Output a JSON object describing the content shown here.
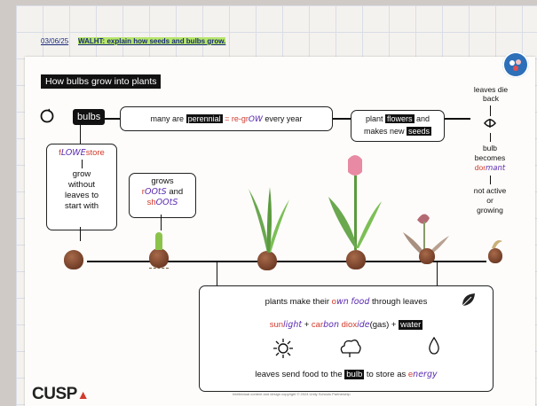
{
  "header": {
    "date": "03/06/25",
    "walt": "WALHT: explain how seeds and bulbs grow."
  },
  "title": "How bulbs grow into plants",
  "bulbs_label": "bulbs",
  "perennial": {
    "pre": "many are",
    "word": "perennial",
    "eq": "= re-gr",
    "hand": "OW",
    "post": "every year"
  },
  "flowers_box": {
    "pre": "plant",
    "flowers": "flowers",
    "and": "and",
    "line2": "makes new",
    "seeds": "seeds"
  },
  "leaves_die": "leaves die back",
  "dormant": {
    "line1": "bulb",
    "line2": "becomes",
    "line3": "dor",
    "hand": "mant",
    "tail1": "not active",
    "tail2": "or",
    "tail3": "growing"
  },
  "store_box": {
    "pre": "f",
    "hand": "LOWE",
    "post": "store",
    "l1": "grow",
    "l2": "without",
    "l3": "leaves to",
    "l4": "start with"
  },
  "roots_box": {
    "l1": "grows",
    "r1": "r",
    "h1": "OOtS",
    "and": "and",
    "r2": "sh",
    "h2": "OOtS"
  },
  "photo_box": {
    "l1a": "plants make their",
    "l1b": "o",
    "l1h": "wn",
    "l1c": "food",
    "l1d": "through leaves",
    "sun": "sun",
    "sunh": "light",
    "plus1": "+",
    "car": "car",
    "carh": "bon",
    "diox": "diox",
    "dioxh": "ide",
    "gas": "(gas) +",
    "water": "water",
    "l3a": "leaves send food to the",
    "bulb": "bulb",
    "l3b": "to store as",
    "en": "e",
    "enh": "nergy"
  },
  "footer": {
    "logo": "CUSP",
    "copyright": "Intellectual content and design copyright © 2024 Unity Schools Partnership"
  },
  "colors": {
    "highlight": "#b7e66b",
    "red_text": "#d23b2c",
    "handwriting": "#5a2bb0"
  }
}
